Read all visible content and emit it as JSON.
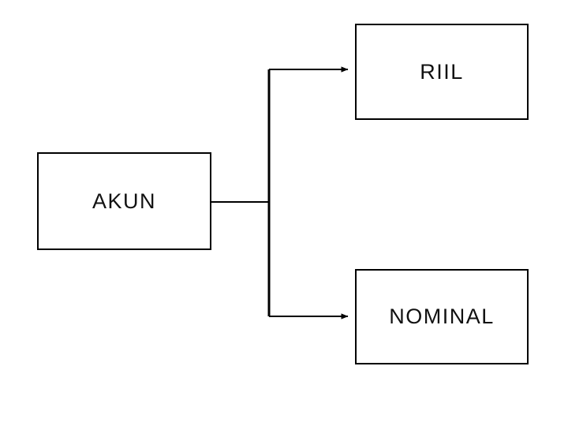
{
  "diagram": {
    "title": "",
    "background_color": "#ffffff",
    "line_color": "#000000",
    "text_color": "#111111",
    "nodes": [
      {
        "id": "akun",
        "label": "AKUN",
        "role": "root"
      },
      {
        "id": "riil",
        "label": "RIIL",
        "role": "child"
      },
      {
        "id": "nominal",
        "label": "NOMINAL",
        "role": "child"
      }
    ],
    "edges": [
      {
        "from": "akun",
        "to": "riil",
        "style": "orthogonal-arrow",
        "arrowhead": "filled-triangle"
      },
      {
        "from": "akun",
        "to": "nominal",
        "style": "orthogonal-arrow",
        "arrowhead": "filled-triangle"
      }
    ]
  }
}
